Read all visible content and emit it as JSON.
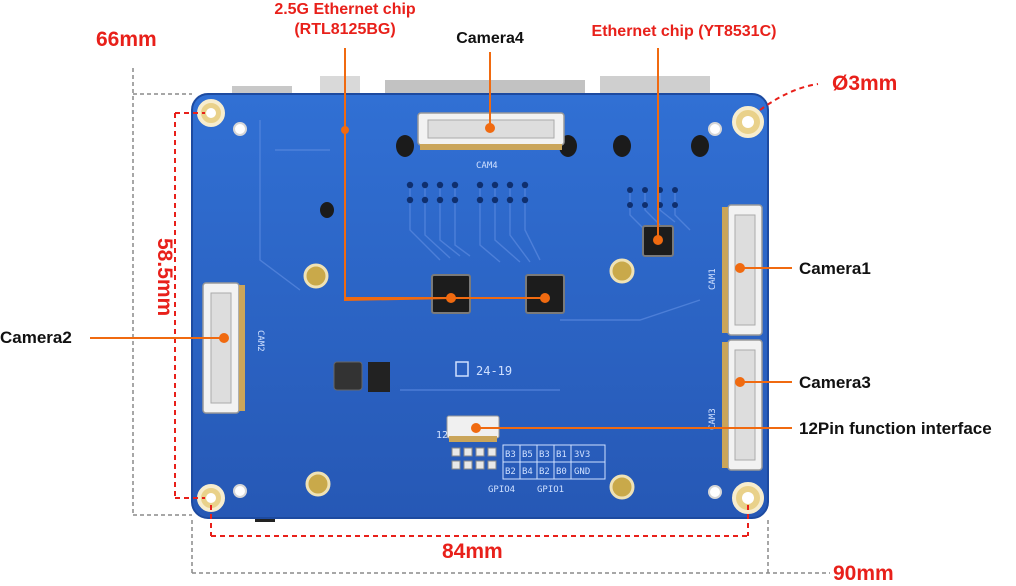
{
  "dimensions": {
    "width_total": "66mm",
    "height_total": "90mm",
    "hole_height": "58.5mm",
    "hole_width": "84mm",
    "hole_diameter": "Ø3mm"
  },
  "callouts": {
    "eth25_line1": "2.5G Ethernet chip",
    "eth25_line2": "(RTL8125BG)",
    "ethernet_chip": "Ethernet chip (YT8531C)",
    "camera1": "Camera1",
    "camera2": "Camera2",
    "camera3": "Camera3",
    "camera4": "Camera4",
    "function_interface": "12Pin function interface"
  },
  "silkscreen": {
    "cam1": "CAM1",
    "cam2": "CAM2",
    "cam3": "CAM3",
    "cam4": "CAM4",
    "date_code": "24-19",
    "pin_count": "12",
    "gpio_left": "GPIO4",
    "gpio_right": "GPIO1",
    "pin_table_row1": [
      "B3",
      "B5",
      "B3",
      "B1",
      "3V3"
    ],
    "pin_table_row2": [
      "B2",
      "B4",
      "B2",
      "B0",
      "GND"
    ]
  },
  "colors": {
    "board": "#2a63c4",
    "accent_red": "#e8201a",
    "dimension_gray": "#8a8a8a",
    "text_dark": "#111111"
  }
}
